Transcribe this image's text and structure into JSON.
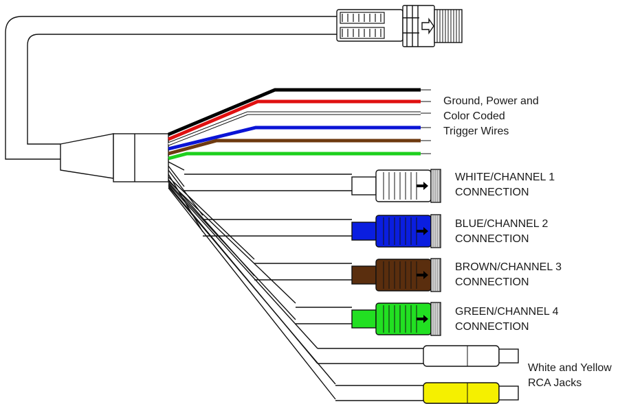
{
  "diagram": {
    "wire_group": {
      "label_lines": [
        "Ground, Power and",
        "Color Coded",
        "Trigger Wires"
      ],
      "wire_colors": [
        "#000000",
        "#e01010",
        "#ffffff",
        "#0a14d6",
        "#6e3a10",
        "#1ed01e"
      ]
    },
    "camera_connectors": [
      {
        "color": "#ffffff",
        "label_lines": [
          "WHITE/CHANNEL 1",
          "CONNECTION"
        ]
      },
      {
        "color": "#0a1ee0",
        "label_lines": [
          "BLUE/CHANNEL 2",
          "CONNECTION"
        ]
      },
      {
        "color": "#5a2e0e",
        "label_lines": [
          "BROWN/CHANNEL 3",
          "CONNECTION"
        ]
      },
      {
        "color": "#22e022",
        "label_lines": [
          "GREEN/CHANNEL 4",
          "CONNECTION"
        ]
      }
    ],
    "rca_jacks": {
      "colors": [
        "#ffffff",
        "#f5f000"
      ],
      "label_lines": [
        "White and Yellow",
        "RCA Jacks"
      ]
    }
  }
}
